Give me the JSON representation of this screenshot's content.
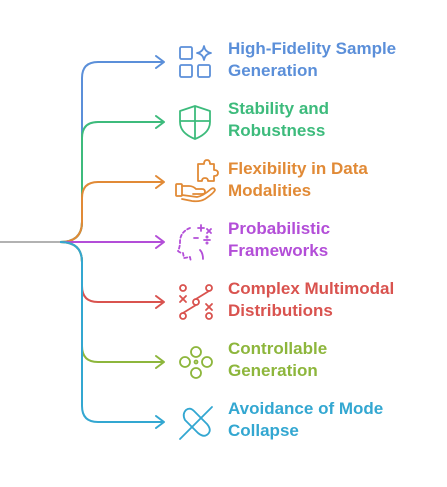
{
  "diagram": {
    "items": [
      {
        "line1": "High-Fidelity Sample",
        "line2": "Generation",
        "color": "#5b8fd9",
        "icon": "shapes-sparkle-icon"
      },
      {
        "line1": "Stability and",
        "line2": "Robustness",
        "color": "#3dbb7c",
        "icon": "shield-icon"
      },
      {
        "line1": "Flexibility in Data",
        "line2": "Modalities",
        "color": "#e18a36",
        "icon": "hand-puzzle-icon"
      },
      {
        "line1": "Probabilistic",
        "line2": "Frameworks",
        "color": "#b34ed8",
        "icon": "head-operators-icon"
      },
      {
        "line1": "Complex Multimodal",
        "line2": "Distributions",
        "color": "#d9534f",
        "icon": "scatter-network-icon"
      },
      {
        "line1": "Controllable",
        "line2": "Generation",
        "color": "#8db63c",
        "icon": "circles-cluster-icon"
      },
      {
        "line1": "Avoidance of Mode",
        "line2": "Collapse",
        "color": "#33a7d1",
        "icon": "crossed-capsule-icon"
      }
    ],
    "root_line_color": "#999999"
  }
}
